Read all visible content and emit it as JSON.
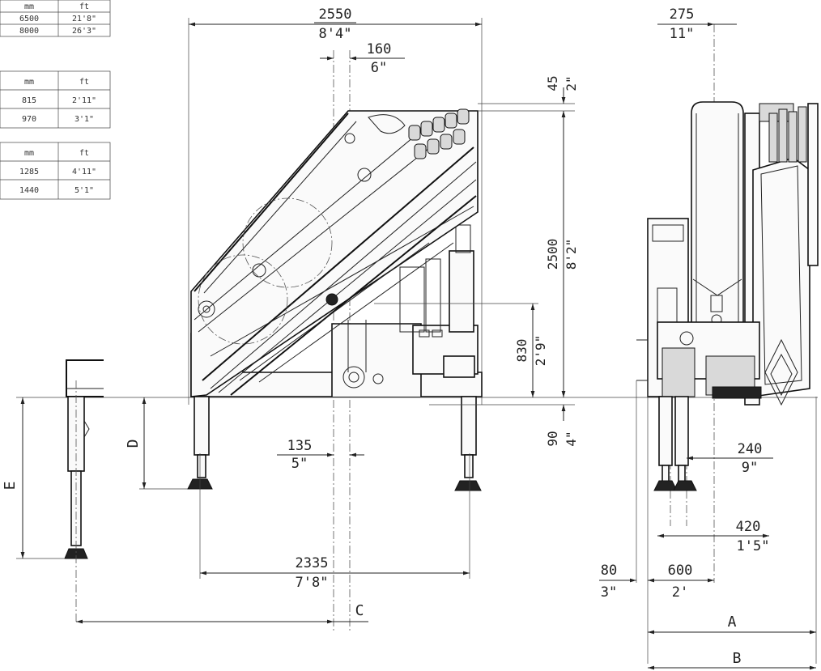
{
  "tables": [
    {
      "headers": [
        "mm",
        "ft"
      ],
      "rows": [
        [
          "6500",
          "21'8\""
        ],
        [
          "8000",
          "26'3\""
        ]
      ]
    },
    {
      "headers": [
        "mm",
        "ft"
      ],
      "rows": [
        [
          "815",
          "2'11\""
        ],
        [
          "970",
          "3'1\""
        ]
      ]
    },
    {
      "headers": [
        "mm",
        "ft"
      ],
      "rows": [
        [
          "1285",
          "4'11\""
        ],
        [
          "1440",
          "5'1\""
        ]
      ]
    }
  ],
  "dimensions": {
    "overall_width": {
      "mm": "2550",
      "imp": "8'4\""
    },
    "offset_160": {
      "mm": "160",
      "imp": "6\""
    },
    "top_45": {
      "mm": "45",
      "imp": "2\""
    },
    "height_2500": {
      "mm": "2500",
      "imp": "8'2\""
    },
    "height_830": {
      "mm": "830",
      "imp": "2'9\""
    },
    "below_90": {
      "mm": "90",
      "imp": "4\""
    },
    "offset_135": {
      "mm": "135",
      "imp": "5\""
    },
    "stab_2335": {
      "mm": "2335",
      "imp": "7'8\""
    },
    "side_275": {
      "mm": "275",
      "imp": "11\""
    },
    "side_240": {
      "mm": "240",
      "imp": "9\""
    },
    "side_420": {
      "mm": "420",
      "imp": "1'5\""
    },
    "side_80": {
      "mm": "80",
      "imp": "3\""
    },
    "side_600": {
      "mm": "600",
      "imp": "2'"
    }
  },
  "letters": {
    "c": "C",
    "d": "D",
    "e": "E",
    "a": "A",
    "b": "B"
  }
}
